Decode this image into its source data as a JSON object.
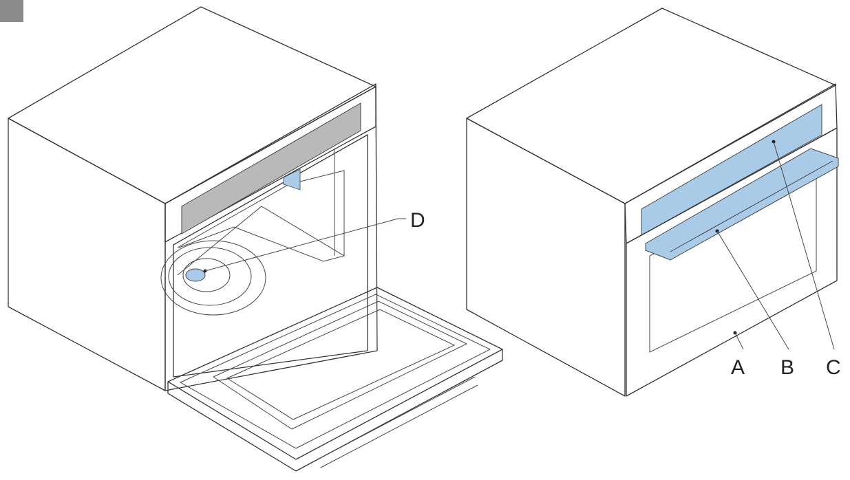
{
  "labels": {
    "a": "A",
    "b": "B",
    "c": "C",
    "d": "D"
  },
  "colors": {
    "corner_tab": "#8c8c8c",
    "highlight_blue": "#a9cbe8",
    "door_panel": "#e4e4f2",
    "panel_dark": "#b9b9b9",
    "line": "#333333"
  }
}
